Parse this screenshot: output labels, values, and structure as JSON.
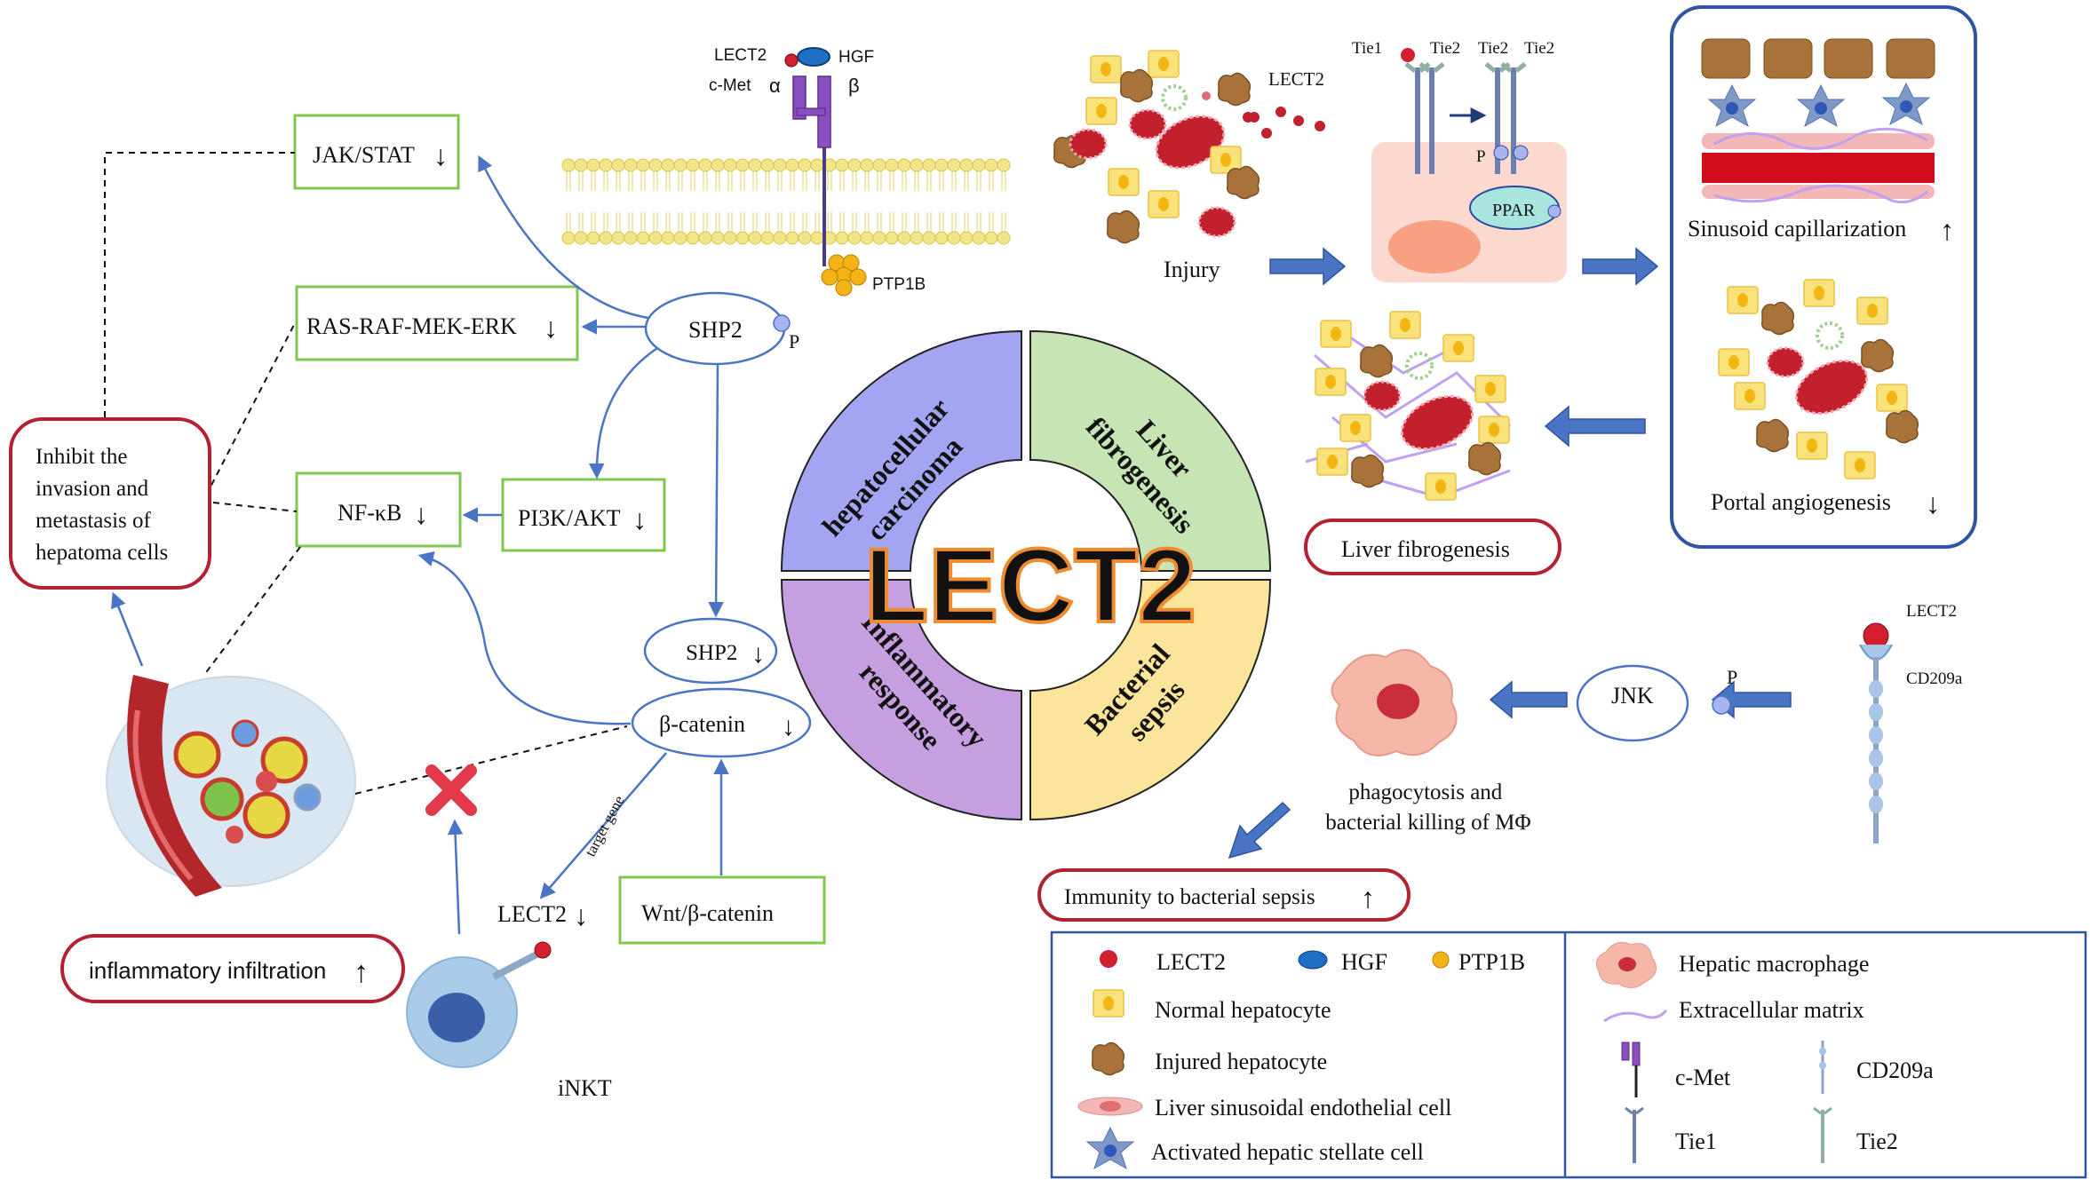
{
  "pathway": {
    "jak_stat": "JAK/STAT",
    "ras_raf": "RAS-RAF-MEK-ERK",
    "nfkb": "NF-κB",
    "pi3k_akt": "PI3K/AKT",
    "shp2": "SHP2",
    "shp2_p": "P",
    "shp2_down": "SHP2",
    "beta_catenin": "β-catenin",
    "wnt": "Wnt/β-catenin",
    "lect2_down": "LECT2",
    "target_gene": "target gene",
    "inhibit": [
      "Inhibit the",
      "invasion and",
      "metastasis of",
      "hepatoma cells"
    ],
    "inflammatory_infiltration": "inflammatory infiltration",
    "inkt": "iNKT"
  },
  "receptor": {
    "lect2": "LECT2",
    "hgf": "HGF",
    "cmet": "c-Met",
    "alpha": "α",
    "beta": "β",
    "ptp1b": "PTP1B"
  },
  "wheel": {
    "center": "LECT2",
    "q1": [
      "hepatocellular",
      "carcinoma"
    ],
    "q2": [
      "Liver",
      "fibrogenesis"
    ],
    "q3": [
      "Inflammatory",
      "response"
    ],
    "q4": [
      "Bacterial",
      "sepsis"
    ],
    "colors": {
      "q1": "#a3a5f3",
      "q2": "#c6e4b4",
      "q3": "#c59fe0",
      "q4": "#fbe59b",
      "center": "#f4a24a"
    }
  },
  "fibrosis": {
    "lect2": "LECT2",
    "injury": "Injury",
    "tie1": "Tie1",
    "tie2a": "Tie2",
    "tie2b": "Tie2",
    "tie2c": "Tie2",
    "p": "P",
    "ppar": "PPAR",
    "sinusoid": "Sinusoid capillarization",
    "portal": "Portal angiogenesis",
    "liver_fibrogenesis": "Liver fibrogenesis"
  },
  "sepsis": {
    "lect2": "LECT2",
    "cd209a": "CD209a",
    "jnk": "JNK",
    "p": "P",
    "phago": [
      "phagocytosis and",
      "bacterial killing of MΦ"
    ],
    "immunity": "Immunity to bacterial sepsis"
  },
  "legend": {
    "lect2": "LECT2",
    "hgf": "HGF",
    "ptp1b": "PTP1B",
    "normal": "Normal hepatocyte",
    "injured": "Injured hepatocyte",
    "lsec": "Liver sinusoidal endothelial cell",
    "hsc": "Activated hepatic stellate cell",
    "macrophage": "Hepatic macrophage",
    "ecm": "Extracellular matrix",
    "cmet": "c-Met",
    "cd209a": "CD209a",
    "tie1": "Tie1",
    "tie2": "Tie2"
  },
  "colors": {
    "green_box": "#7ec850",
    "red_outline": "#b22234",
    "blue_arrow": "#4a74c4",
    "dark_blue_box": "#2e55a0"
  }
}
